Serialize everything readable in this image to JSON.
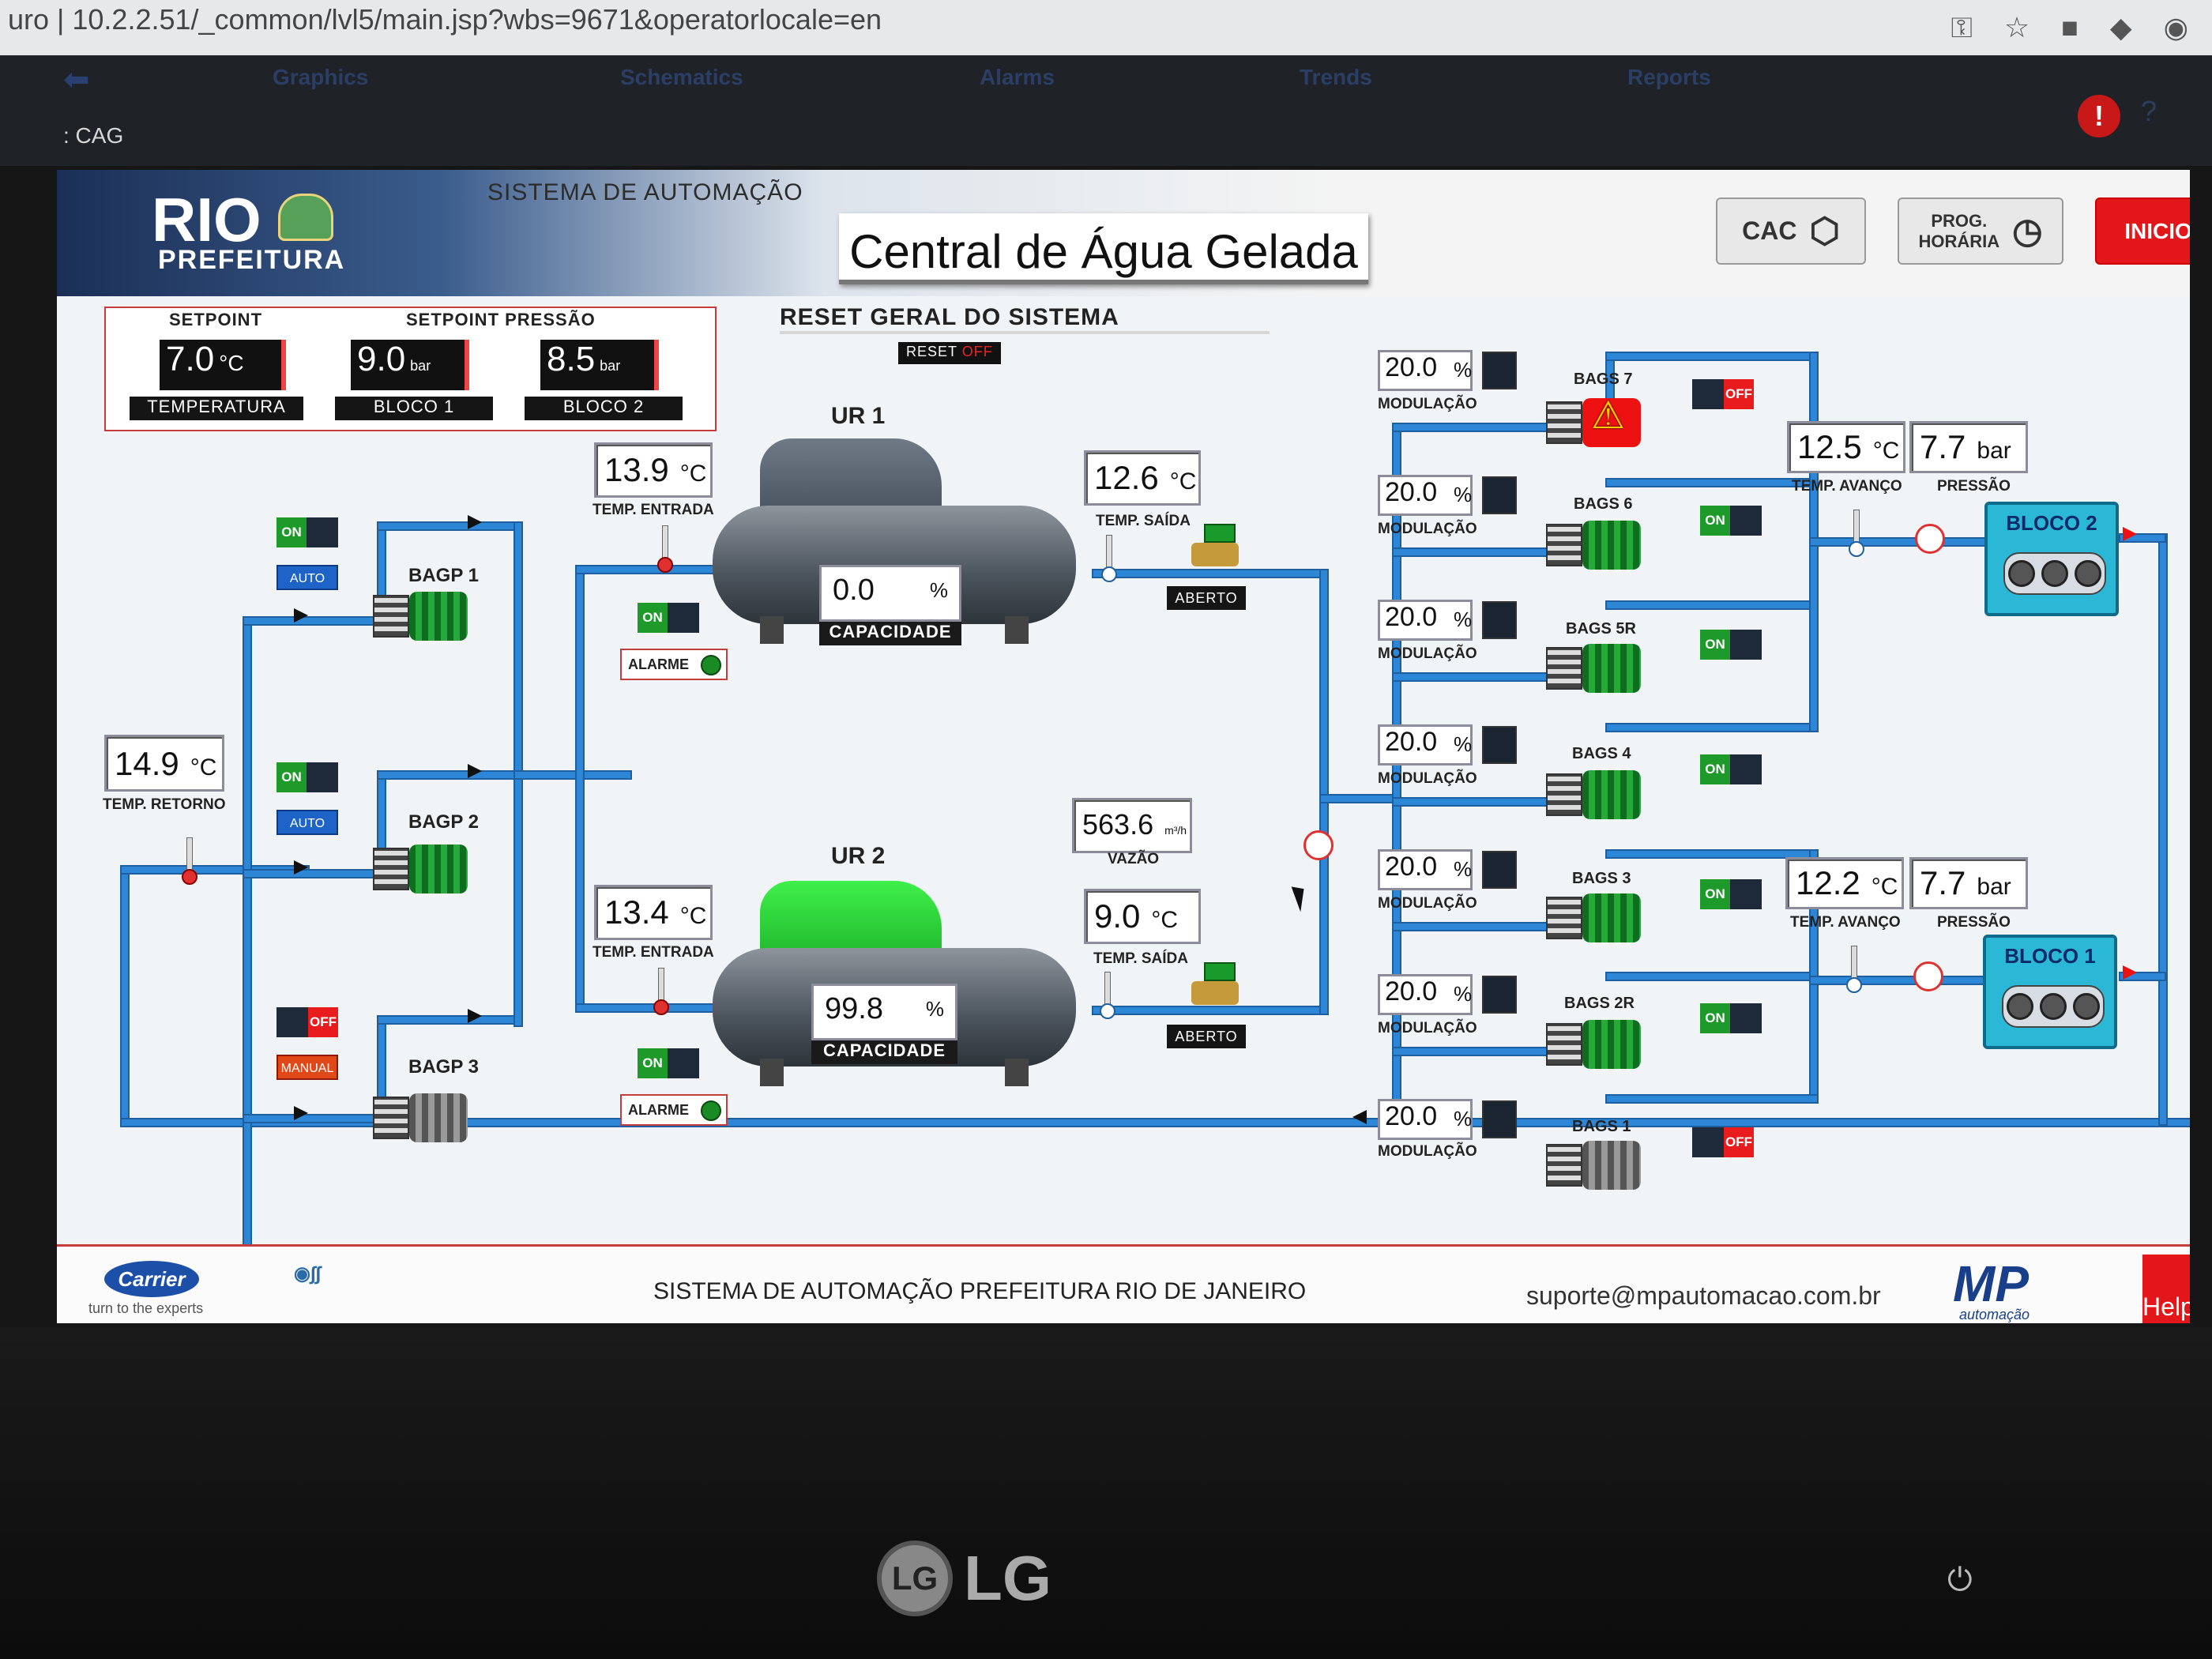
{
  "browser": {
    "url": "uro | 10.2.2.51/_common/lvl5/main.jsp?wbs=9671&operatorlocale=en"
  },
  "nav": {
    "tabs": [
      "Graphics",
      "Schematics",
      "Alarms",
      "Trends",
      "Reports"
    ],
    "breadcrumb": ": CAG",
    "alert_symbol": "!",
    "help_symbol": "?"
  },
  "header": {
    "logo_rio": "RIO",
    "logo_prefeitura": "PREFEITURA",
    "system_label": "SISTEMA DE AUTOMAÇÃO",
    "title": "Central de Água Gelada",
    "buttons": {
      "cac": "CAC",
      "prog_line1": "PROG.",
      "prog_line2": "HORÁRIA",
      "inicio": "INICIO"
    }
  },
  "reset": {
    "label": "RESET GERAL DO SISTEMA",
    "button_text": "RESET",
    "button_state": "OFF"
  },
  "setpoint": {
    "header_temp": "SETPOINT",
    "header_pressure": "SETPOINT PRESSÃO",
    "temperatura": {
      "value": "7.0",
      "unit": "°C",
      "tag": "TEMPERATURA"
    },
    "bloco1": {
      "value": "9.0",
      "unit": "bar",
      "tag": "BLOCO 1"
    },
    "bloco2": {
      "value": "8.5",
      "unit": "bar",
      "tag": "BLOCO 2"
    }
  },
  "retorno": {
    "value": "14.9",
    "unit": "°C",
    "label": "TEMP. RETORNO"
  },
  "bagp": [
    {
      "name": "BAGP 1",
      "state": "ON",
      "mode": "AUTO"
    },
    {
      "name": "BAGP 2",
      "state": "ON",
      "mode": "AUTO"
    },
    {
      "name": "BAGP 3",
      "state": "OFF",
      "mode": "MANUAL"
    }
  ],
  "ur1": {
    "name": "UR 1",
    "temp_entrada": {
      "value": "13.9",
      "unit": "°C",
      "label": "TEMP. ENTRADA"
    },
    "temp_saida": {
      "value": "12.6",
      "unit": "°C",
      "label": "TEMP. SAÍDA"
    },
    "capacidade": {
      "value": "0.0",
      "unit": "%",
      "label": "CAPACIDADE"
    },
    "state": "ON",
    "alarm_label": "ALARME",
    "valve_state": "ABERTO"
  },
  "ur2": {
    "name": "UR 2",
    "temp_entrada": {
      "value": "13.4",
      "unit": "°C",
      "label": "TEMP. ENTRADA"
    },
    "temp_saida": {
      "value": "9.0",
      "unit": "°C",
      "label": "TEMP. SAÍDA"
    },
    "capacidade": {
      "value": "99.8",
      "unit": "%",
      "label": "CAPACIDADE"
    },
    "state": "ON",
    "alarm_label": "ALARME",
    "valve_state": "ABERTO"
  },
  "vazao": {
    "value": "563.6",
    "unit": "m³/h",
    "label": "VAZÃO"
  },
  "modulacao_label": "MODULAÇÃO",
  "bags": [
    {
      "name": "BAGS 7",
      "modulacao": "20.0",
      "state": "OFF",
      "warning": true
    },
    {
      "name": "BAGS 6",
      "modulacao": "20.0",
      "state": "ON"
    },
    {
      "name": "BAGS 5R",
      "modulacao": "20.0",
      "state": "ON"
    },
    {
      "name": "BAGS 4",
      "modulacao": "20.0",
      "state": "ON"
    },
    {
      "name": "BAGS 3",
      "modulacao": "20.0",
      "state": "ON"
    },
    {
      "name": "BAGS 2R",
      "modulacao": "20.0",
      "state": "ON"
    },
    {
      "name": "BAGS 1",
      "modulacao": "20.0",
      "state": "OFF"
    }
  ],
  "percent_unit": "%",
  "bloco2": {
    "name": "BLOCO 2",
    "temp_avanco": {
      "value": "12.5",
      "unit": "°C",
      "label": "TEMP. AVANÇO"
    },
    "pressao": {
      "value": "7.7",
      "unit": "bar",
      "label": "PRESSÃO"
    }
  },
  "bloco1": {
    "name": "BLOCO 1",
    "temp_avanco": {
      "value": "12.2",
      "unit": "°C",
      "label": "TEMP. AVANÇO"
    },
    "pressao": {
      "value": "7.7",
      "unit": "bar",
      "label": "PRESSÃO"
    }
  },
  "footer": {
    "carrier": "Carrier",
    "carrier_sub": "turn to the experts",
    "text": "SISTEMA DE AUTOMAÇÃO PREFEITURA RIO DE JANEIRO",
    "email": "suporte@mpautomacao.com.br",
    "mp_logo": "MP",
    "mp_sub": "automação",
    "help": "Help"
  },
  "monitor": {
    "brand": "LG",
    "logo": "LG",
    "power_symbol": "⏻"
  },
  "colors": {
    "pipe": "#2e86d6",
    "on": "#1d9a2a",
    "off": "#e81c1c",
    "accent": "#e3171a"
  }
}
